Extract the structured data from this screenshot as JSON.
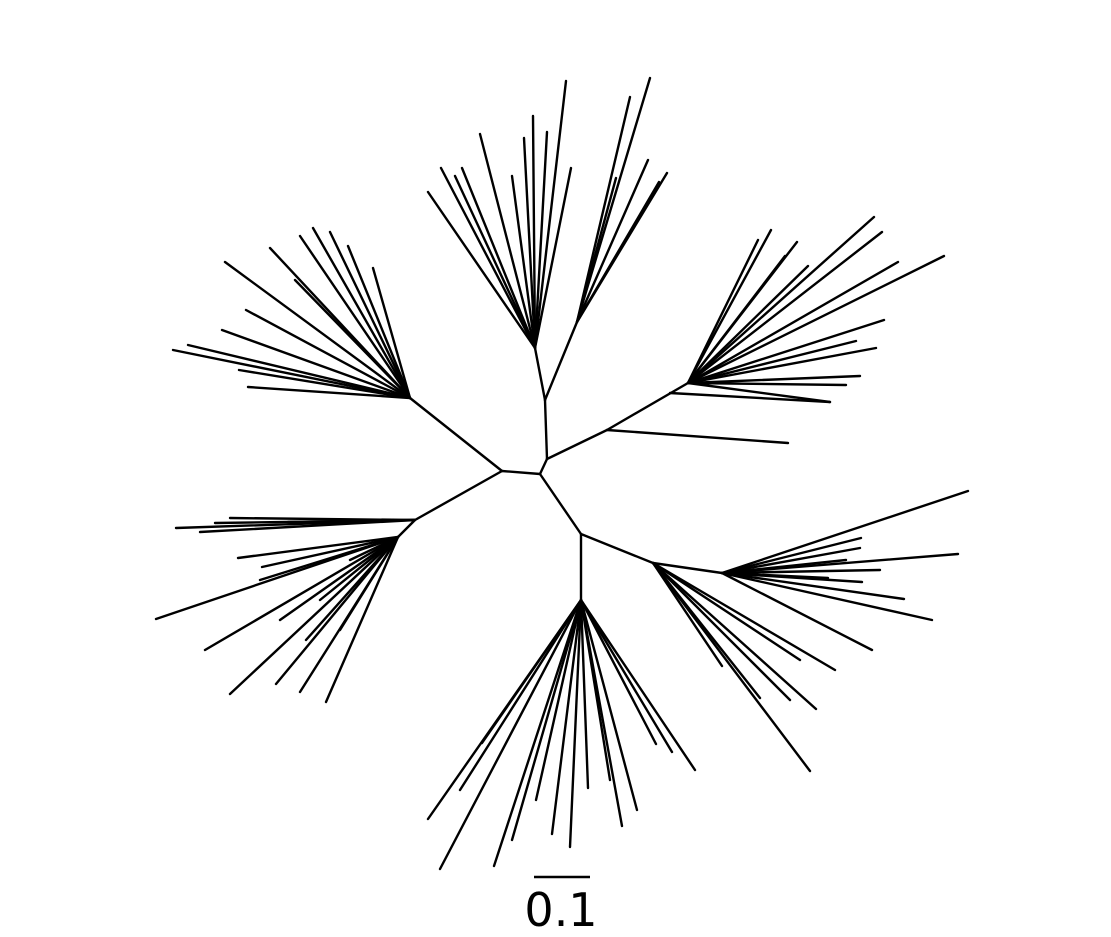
{
  "diagram": {
    "type": "unrooted-phylogenetic-tree",
    "line_color": "#000000",
    "background": "#ffffff",
    "clade_count": 6,
    "scale_bar": {
      "label": "0.1",
      "length_units": 0.1
    }
  }
}
